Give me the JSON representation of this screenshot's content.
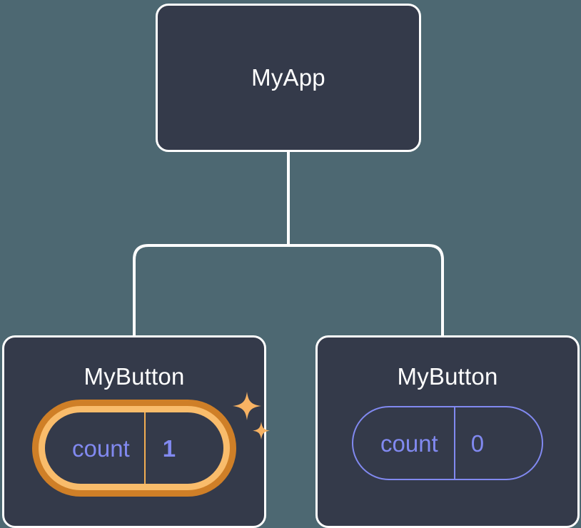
{
  "diagram": {
    "type": "component-tree",
    "background_color": "#4d6872",
    "node_fill": "#343a4a",
    "node_border": "#ffffff",
    "edge_color": "#ffffff",
    "accent_highlight": "#f9bc6b",
    "accent_highlight_outer": "#cf7f27",
    "state_text_color": "#8189f0"
  },
  "root": {
    "title": "MyApp"
  },
  "children": [
    {
      "title": "MyButton",
      "state": {
        "key": "count",
        "value": "1",
        "highlighted": true,
        "sparkle_icon": "sparkles-icon"
      }
    },
    {
      "title": "MyButton",
      "state": {
        "key": "count",
        "value": "0",
        "highlighted": false
      }
    }
  ]
}
